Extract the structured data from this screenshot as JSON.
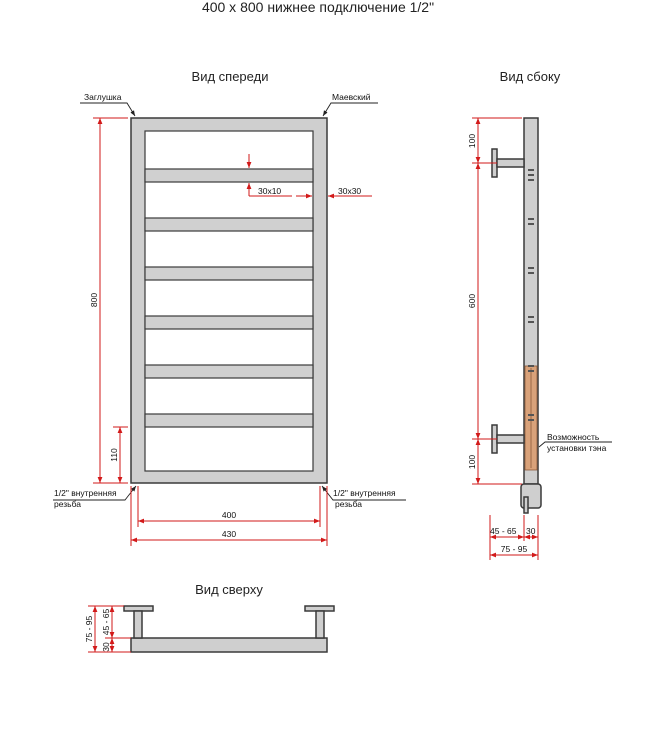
{
  "title": "400 x 800 нижнее подключение 1/2\"",
  "views": {
    "front": "Вид спереди",
    "side": "Вид сбоку",
    "top": "Вид сверху"
  },
  "front_labels": {
    "plug": "Заглушка",
    "mayevsky": "Маевский",
    "thread_left_1": "1/2\" внутренняя",
    "thread_left_2": "резьба",
    "thread_right_1": "1/2\" внутренняя",
    "thread_right_2": "резьба",
    "crossbar_size": "30x10",
    "riser_size": "30x30"
  },
  "front_dims": {
    "height": "800",
    "bottom_offset": "110",
    "center_width": "400",
    "total_width": "430"
  },
  "side_labels": {
    "heater_1": "Возможность",
    "heater_2": "установки тэна"
  },
  "side_dims": {
    "top": "100",
    "middle": "600",
    "bottom": "100",
    "depth": "45 - 65",
    "pipe": "30",
    "total_depth": "75 - 95"
  },
  "top_dims": {
    "total_depth": "75 - 95",
    "pipe": "30",
    "depth": "45 - 65"
  },
  "colors": {
    "frame": "#cfcfcf",
    "outline": "#3a3a3a",
    "dimension": "#d21a1a",
    "heater": "#d9a27a"
  }
}
